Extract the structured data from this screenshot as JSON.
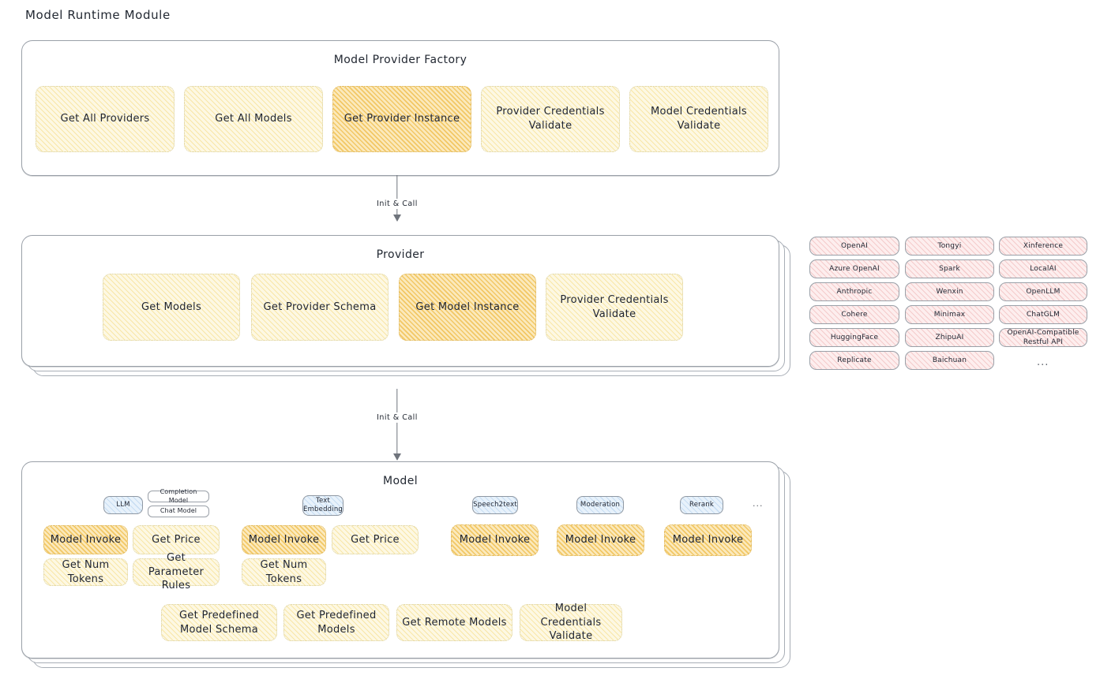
{
  "page": {
    "title": "Model Runtime Module"
  },
  "factory": {
    "title": "Model Provider Factory",
    "nodes": [
      {
        "label": "Get All Providers",
        "highlighted": false
      },
      {
        "label": "Get All Models",
        "highlighted": false
      },
      {
        "label": "Get Provider Instance",
        "highlighted": true
      },
      {
        "label": "Provider Credentials Validate",
        "highlighted": false
      },
      {
        "label": "Model Credentials Validate",
        "highlighted": false
      }
    ]
  },
  "arrows": [
    {
      "label": "Init & Call"
    },
    {
      "label": "Init & Call"
    }
  ],
  "provider": {
    "title": "Provider",
    "nodes": [
      {
        "label": "Get Models",
        "highlighted": false
      },
      {
        "label": "Get Provider Schema",
        "highlighted": false
      },
      {
        "label": "Get Model Instance",
        "highlighted": true
      },
      {
        "label": "Provider Credentials Validate",
        "highlighted": false
      }
    ]
  },
  "provider_list": {
    "columns": [
      [
        "OpenAI",
        "Azure OpenAI",
        "Anthropic",
        "Cohere",
        "HuggingFace",
        "Replicate"
      ],
      [
        "Tongyi",
        "Spark",
        "Wenxin",
        "Minimax",
        "ZhipuAI",
        "Baichuan"
      ],
      [
        "Xinference",
        "LocalAI",
        "OpenLLM",
        "ChatGLM",
        "OpenAI-Compatible Restful API"
      ]
    ],
    "more": "..."
  },
  "model": {
    "title": "Model",
    "more": "...",
    "types": [
      {
        "name": "LLM",
        "sub_badges": [
          "Completion Model",
          "Chat Model"
        ],
        "ops": [
          {
            "label": "Model Invoke",
            "highlighted": true
          },
          {
            "label": "Get Price",
            "highlighted": false
          },
          {
            "label": "Get Num Tokens",
            "highlighted": false
          },
          {
            "label": "Get Parameter Rules",
            "highlighted": false
          }
        ]
      },
      {
        "name": "Text Embedding",
        "sub_badges": [],
        "ops": [
          {
            "label": "Model Invoke",
            "highlighted": true
          },
          {
            "label": "Get Price",
            "highlighted": false
          },
          {
            "label": "Get Num Tokens",
            "highlighted": false
          }
        ]
      },
      {
        "name": "Speech2text",
        "sub_badges": [],
        "ops": [
          {
            "label": "Model Invoke",
            "highlighted": true
          }
        ]
      },
      {
        "name": "Moderation",
        "sub_badges": [],
        "ops": [
          {
            "label": "Model Invoke",
            "highlighted": true
          }
        ]
      },
      {
        "name": "Rerank",
        "sub_badges": [],
        "ops": [
          {
            "label": "Model Invoke",
            "highlighted": true
          }
        ]
      }
    ],
    "shared_ops": [
      "Get Predefined Model Schema",
      "Get Predefined Models",
      "Get Remote Models",
      "Model Credentials Validate"
    ]
  }
}
